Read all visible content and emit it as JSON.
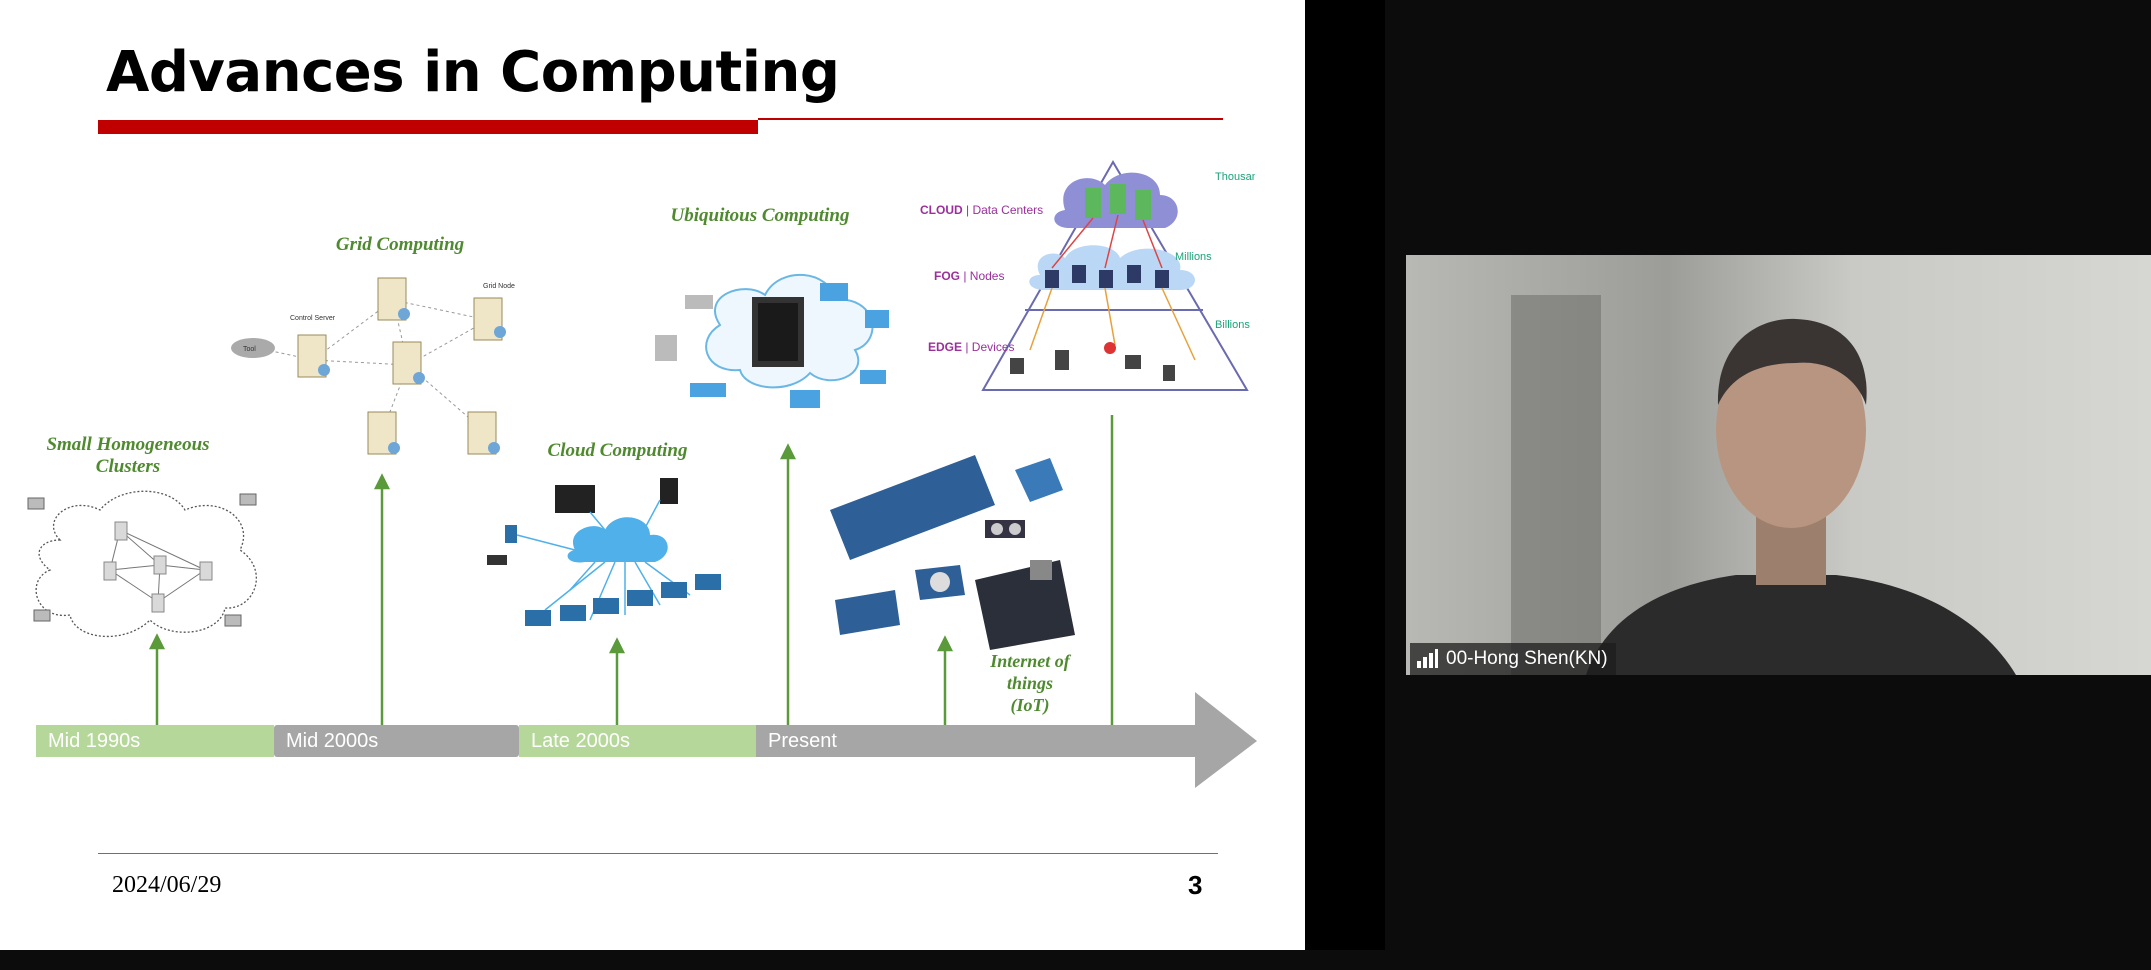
{
  "slide": {
    "title": "Advances in Computing",
    "date": "2024/06/29",
    "page_number": "3",
    "eras": {
      "small_clusters": "Small Homogeneous\nClusters",
      "grid": "Grid Computing",
      "cloud": "Cloud Computing",
      "ubiquitous": "Ubiquitous Computing",
      "iot": "Internet of\nthings\n(IoT)"
    },
    "timeline": [
      "Mid 1990s",
      "Mid 2000s",
      "Late 2000s",
      "Present"
    ],
    "grid_diagram": {
      "control_server": "Control Server",
      "grid_node": "Grid Node",
      "tool": "Tool"
    },
    "pyramid": {
      "cloud_label": "CLOUD",
      "cloud_sub": "| Data Centers",
      "fog_label": "FOG",
      "fog_sub": "| Nodes",
      "edge_label": "EDGE",
      "edge_sub": "| Devices",
      "thousands": "Thousands",
      "millions": "Millions",
      "billions": "Billions"
    }
  },
  "video": {
    "participant_name": "00-Hong Shen(KN)",
    "signal_icon": "signal-bars-icon"
  },
  "colors": {
    "accent_red": "#c00000",
    "era_green": "#4f8a2f",
    "timeline_green": "#b6d79a",
    "timeline_gray": "#a6a6a6"
  }
}
